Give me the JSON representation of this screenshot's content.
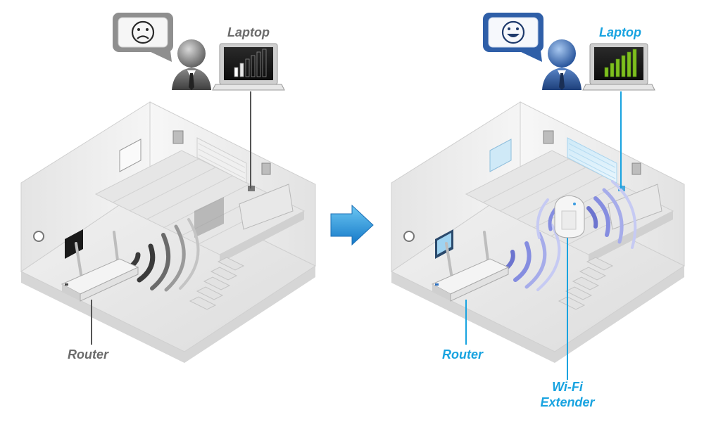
{
  "before": {
    "laptop_label": "Laptop",
    "router_label": "Router",
    "mood_icon": "sad-face-icon",
    "signal_icon": "weak-signal-bars-icon",
    "label_color": "#6b6b6b"
  },
  "after": {
    "laptop_label": "Laptop",
    "router_label": "Router",
    "extender_label_line1": "Wi-Fi",
    "extender_label_line2": "Extender",
    "mood_icon": "happy-face-icon",
    "signal_icon": "strong-signal-bars-icon",
    "label_color": "#18a3e0"
  },
  "arrow": {
    "icon": "right-arrow-icon",
    "color": "#1e96d8"
  },
  "colors": {
    "signal_strong": "#7fbf1e",
    "wave_blue": "#7d86d6",
    "wave_gray": "#8a8a8a"
  }
}
